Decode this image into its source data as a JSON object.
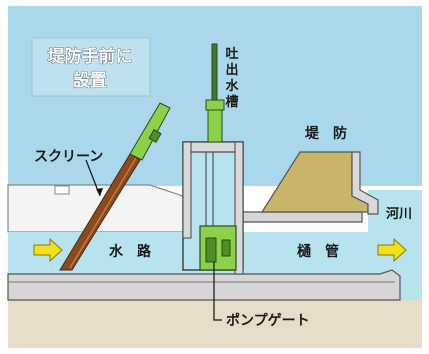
{
  "title": {
    "line1": "堤防手前に",
    "line2": "設置"
  },
  "labels": {
    "screen": "スクリーン",
    "discharge_tank": [
      "吐",
      "出",
      "水",
      "槽"
    ],
    "levee": "堤　防",
    "river": "河川",
    "waterway": "水　路",
    "culvert": "樋　管",
    "pump_gate": "ポンプゲート"
  },
  "colors": {
    "sky": "#a9d8ec",
    "water": "#b7e3ef",
    "ground": "#e6dcc8",
    "concrete": "#d9d9d9",
    "levee_fill": "#c8b56a",
    "pump_green": "#8cd14a",
    "screen_brown": "#8a4a1f",
    "arrow_yellow": "#f2e01e"
  },
  "icons": {
    "flow_arrow": "right-arrow-icon"
  }
}
